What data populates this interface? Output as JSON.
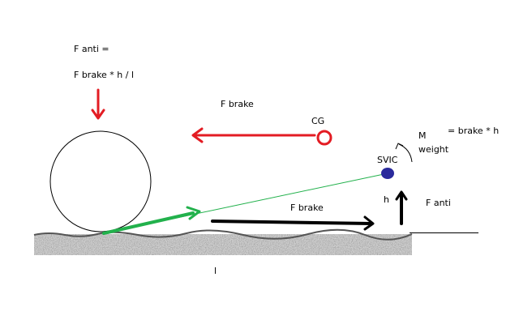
{
  "labels": {
    "f_anti_top_line1": "F anti =",
    "f_anti_top_line2": "F brake * h / l",
    "f_brake_top": "F brake",
    "cg": "CG",
    "m": "M",
    "weight": "weight",
    "moment_eq": "= brake * h",
    "svic": "SVIC",
    "h": "h",
    "f_anti_right": "F anti",
    "f_brake_bottom": "F brake",
    "l": "l"
  },
  "colors": {
    "red": "#e31c23",
    "green": "#22b14c",
    "navy": "#2a2a9c",
    "black": "#000000"
  }
}
